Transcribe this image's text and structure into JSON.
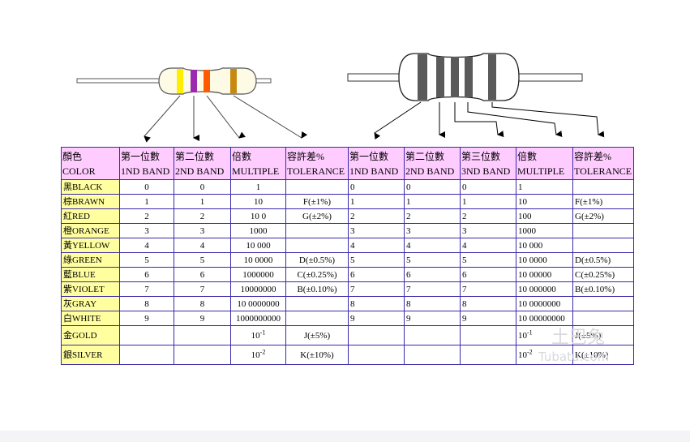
{
  "table": {
    "header": [
      {
        "zh": "顏色",
        "en": "COLOR"
      },
      {
        "zh": "第一位數",
        "en": "1ND BAND"
      },
      {
        "zh": "第二位數",
        "en": "2ND BAND"
      },
      {
        "zh": "倍數",
        "en": "MULTIPLE"
      },
      {
        "zh": "容許差%",
        "en": "TOLERANCE"
      },
      {
        "zh": "第一位數",
        "en": "1ND BAND"
      },
      {
        "zh": "第二位數",
        "en": "2ND BAND"
      },
      {
        "zh": "第三位數",
        "en": "3ND BAND"
      },
      {
        "zh": "倍數",
        "en": "MULTIPLE"
      },
      {
        "zh": "容許差%",
        "en": "TOLERANCE"
      }
    ],
    "rows": [
      {
        "zh": "黑",
        "en": "BLACK",
        "d1": "0",
        "d2": "0",
        "mult": "1",
        "tol": "",
        "r1": "0",
        "r2": "0",
        "r3": "0",
        "rmult": "1",
        "rtol": ""
      },
      {
        "zh": "棕",
        "en": "BRAWN",
        "d1": "1",
        "d2": "1",
        "mult": "10",
        "tol": "F(±1%)",
        "r1": "1",
        "r2": "1",
        "r3": "1",
        "rmult": "10",
        "rtol": "F(±1%)"
      },
      {
        "zh": "紅",
        "en": "RED",
        "d1": "2",
        "d2": "2",
        "mult": "10 0",
        "tol": "G(±2%)",
        "r1": "2",
        "r2": "2",
        "r3": "2",
        "rmult": "100",
        "rtol": "G(±2%)"
      },
      {
        "zh": "橙",
        "en": "ORANGE",
        "d1": "3",
        "d2": "3",
        "mult": "1000",
        "tol": "",
        "r1": "3",
        "r2": "3",
        "r3": "3",
        "rmult": "1000",
        "rtol": ""
      },
      {
        "zh": "黃",
        "en": "YELLOW",
        "d1": "4",
        "d2": "4",
        "mult": "10 000",
        "tol": "",
        "r1": "4",
        "r2": "4",
        "r3": "4",
        "rmult": "10 000",
        "rtol": ""
      },
      {
        "zh": "綠",
        "en": "GREEN",
        "d1": "5",
        "d2": "5",
        "mult": "10 0000",
        "tol": "D(±0.5%)",
        "r1": "5",
        "r2": "5",
        "r3": "5",
        "rmult": "10 0000",
        "rtol": "D(±0.5%)"
      },
      {
        "zh": "藍",
        "en": "BLUE",
        "d1": "6",
        "d2": "6",
        "mult": "1000000",
        "tol": "C(±0.25%)",
        "r1": "6",
        "r2": "6",
        "r3": "6",
        "rmult": "10 00000",
        "rtol": "C(±0.25%)"
      },
      {
        "zh": "紫",
        "en": "VIOLET",
        "d1": "7",
        "d2": "7",
        "mult": "10000000",
        "tol": "B(±0.10%)",
        "r1": "7",
        "r2": "7",
        "r3": "7",
        "rmult": "10 000000",
        "rtol": "B(±0.10%)"
      },
      {
        "zh": "灰",
        "en": "GRAY",
        "d1": "8",
        "d2": "8",
        "mult": "10 0000000",
        "tol": "",
        "r1": "8",
        "r2": "8",
        "r3": "8",
        "rmult": "10 0000000",
        "rtol": ""
      },
      {
        "zh": "白",
        "en": "WHITE",
        "d1": "9",
        "d2": "9",
        "mult": "1000000000",
        "tol": "",
        "r1": "9",
        "r2": "9",
        "r3": "9",
        "rmult": "10 00000000",
        "rtol": ""
      }
    ],
    "special_rows": [
      {
        "zh": "金",
        "en": "GOLD",
        "mult_base": "10",
        "mult_exp": "-1",
        "tol": "J(±5%)",
        "rmult_base": "10",
        "rmult_exp": "-1",
        "rtol": "J(±5%)"
      },
      {
        "zh": "銀",
        "en": "SILVER",
        "mult_base": "10",
        "mult_exp": "-2",
        "tol": "K(±10%)",
        "rmult_base": "10",
        "rmult_exp": "-2",
        "rtol": "K(±10%)"
      }
    ]
  },
  "watermark": {
    "logo_text": "土巴兔",
    "sub_text": "Tubatu.com"
  },
  "colors": {
    "header_bg": "#ffccff",
    "color_col_bg": "#ffff9f",
    "border": "#3a2aa8",
    "resistor_left_body": "#fdfbe6",
    "band_yellow": "#ffee00",
    "band_violet": "#9c27b0",
    "band_orange": "#ff5a00",
    "band_gold": "#c8870e",
    "resistor_right_body": "#ffffff",
    "resistor_right_band": "#5a5a5a"
  }
}
